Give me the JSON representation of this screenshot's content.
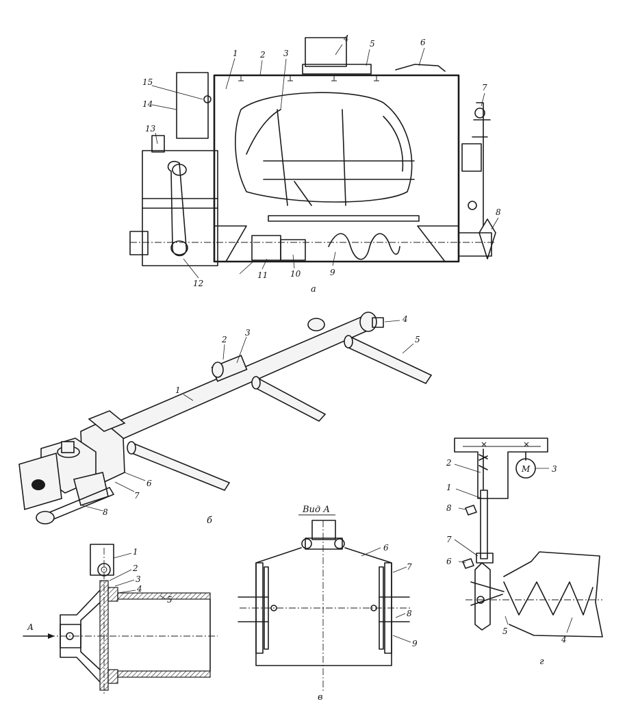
{
  "panels": {
    "a": {
      "caption": "а",
      "labels": [
        "1",
        "2",
        "3",
        "4",
        "5",
        "6",
        "7",
        "8",
        "9",
        "10",
        "11",
        "12",
        "13",
        "14",
        "15"
      ]
    },
    "b": {
      "caption": "б",
      "labels": [
        "1",
        "2",
        "3",
        "4",
        "5",
        "6",
        "7",
        "8"
      ]
    },
    "c": {
      "labels": [
        "1",
        "2",
        "3",
        "4",
        "5"
      ],
      "arrow_label": "А"
    },
    "v": {
      "caption": "в",
      "view_title": "Вид А",
      "labels": [
        "6",
        "7",
        "8",
        "9"
      ]
    },
    "g": {
      "caption": "г",
      "labels": [
        "1",
        "2",
        "3",
        "4",
        "5",
        "6",
        "7",
        "8"
      ],
      "motor_label": "М"
    }
  }
}
